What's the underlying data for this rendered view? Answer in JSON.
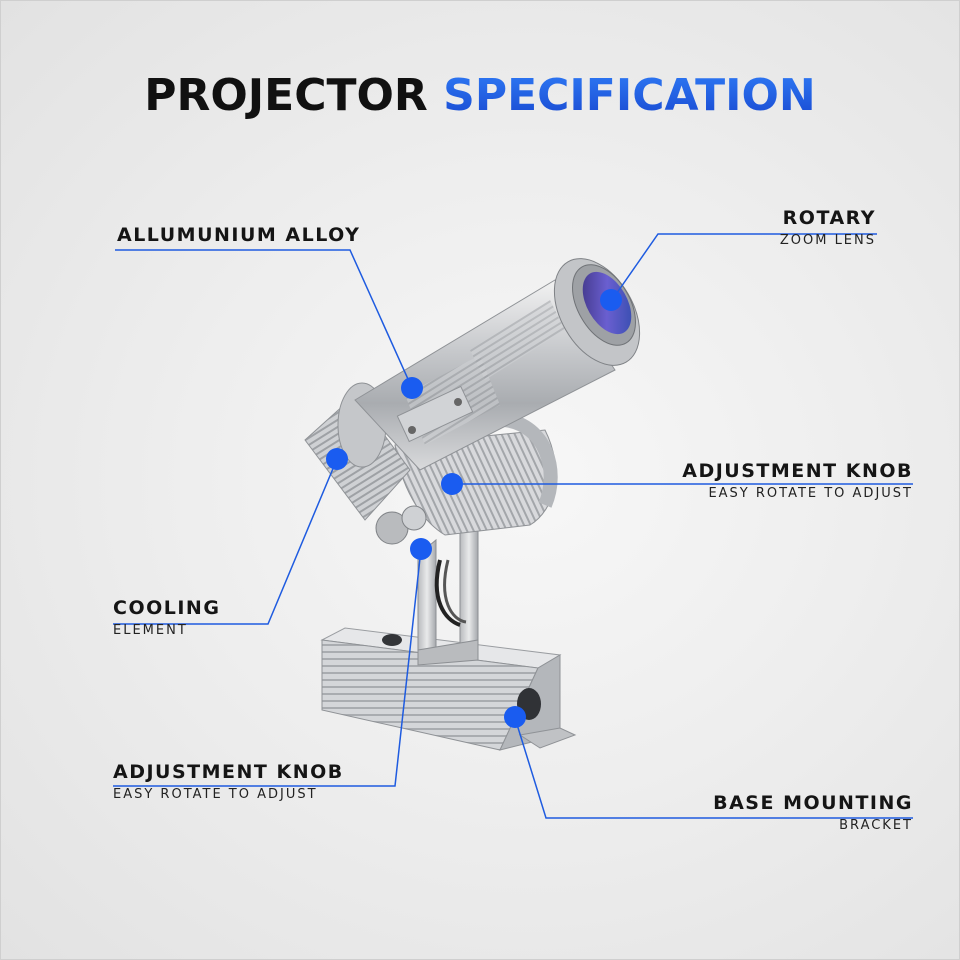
{
  "title": {
    "part1": "PROJECTOR",
    "part2": "SPECIFICATION"
  },
  "callouts": [
    {
      "id": "alloy",
      "head": "ALLUMUNIUM  ALLOY",
      "sub": ""
    },
    {
      "id": "rotary",
      "head": "ROTARY",
      "sub": "ZOOM  LENS"
    },
    {
      "id": "knob1",
      "head": "ADJUSTMENT  KNOB",
      "sub": "EASY  ROTATE  TO  ADJUST"
    },
    {
      "id": "cooling",
      "head": "COOLING",
      "sub": "ELEMENT"
    },
    {
      "id": "knob2",
      "head": "ADJUSTMENT  KNOB",
      "sub": "EASY  ROTATE  TO  ADJUST"
    },
    {
      "id": "base",
      "head": "BASE  MOUNTING",
      "sub": "BRACKET"
    }
  ],
  "colors": {
    "accent": "#1e5be0",
    "dot": "#1a5cf0",
    "text": "#111111"
  }
}
